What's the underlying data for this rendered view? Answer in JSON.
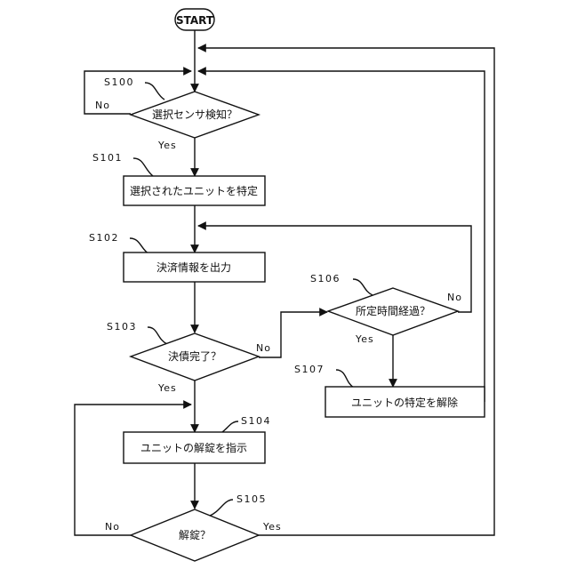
{
  "start": "START",
  "decisions": {
    "s100": {
      "id": "S100",
      "text": "選択センサ検知？"
    },
    "s103": {
      "id": "S103",
      "text": "決債完了？"
    },
    "s105": {
      "id": "S105",
      "text": "解錠？"
    },
    "s106": {
      "id": "S106",
      "text": "所定時間経過？"
    }
  },
  "processes": {
    "s101": {
      "id": "S101",
      "text": "選択されたユニットを特定"
    },
    "s102": {
      "id": "S102",
      "text": "決済情報を出力"
    },
    "s104": {
      "id": "S104",
      "text": "ユニットの解錠を指示"
    },
    "s107": {
      "id": "S107",
      "text": "ユニットの特定を解除"
    }
  },
  "branches": {
    "yes": "Yes",
    "no": "No"
  }
}
